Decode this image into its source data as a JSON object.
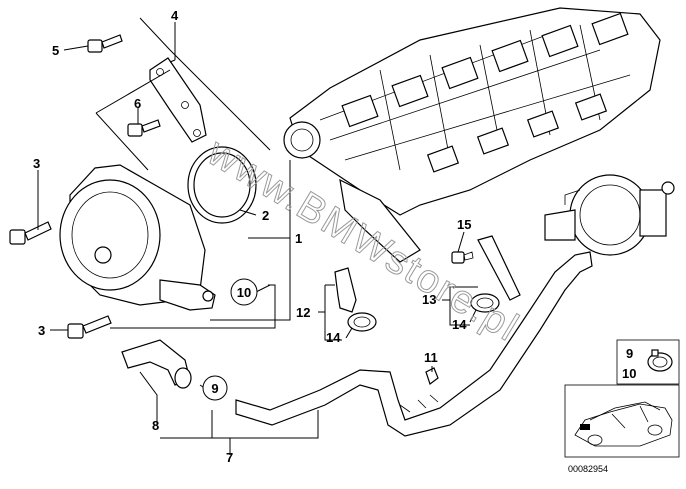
{
  "callouts": {
    "n1": "1",
    "n2": "2",
    "n3a": "3",
    "n3b": "3",
    "n4": "4",
    "n5": "5",
    "n6": "6",
    "n7": "7",
    "n8": "8",
    "n9": "9",
    "n10": "10",
    "n11": "11",
    "n12": "12",
    "n13": "13",
    "n14a": "14",
    "n14b": "14",
    "n15": "15",
    "inset9": "9",
    "inset10": "10"
  },
  "watermark": "www.BMWstore.pl",
  "diagram_code": "00082954"
}
